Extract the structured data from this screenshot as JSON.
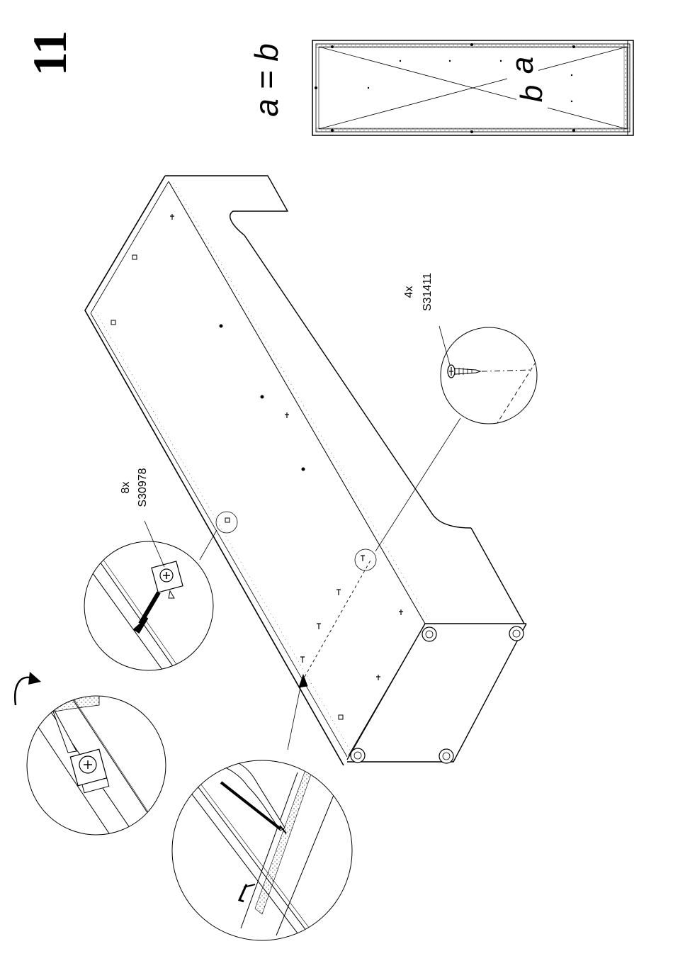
{
  "step": {
    "number": "11"
  },
  "square_check": {
    "formula": "a = b",
    "label_a": "a",
    "label_b": "b"
  },
  "callouts": {
    "cam": {
      "qty": "8x",
      "part": "S30978"
    },
    "screw": {
      "qty": "4x",
      "part": "S31411"
    }
  },
  "colors": {
    "line": "#000000",
    "background": "#ffffff"
  }
}
